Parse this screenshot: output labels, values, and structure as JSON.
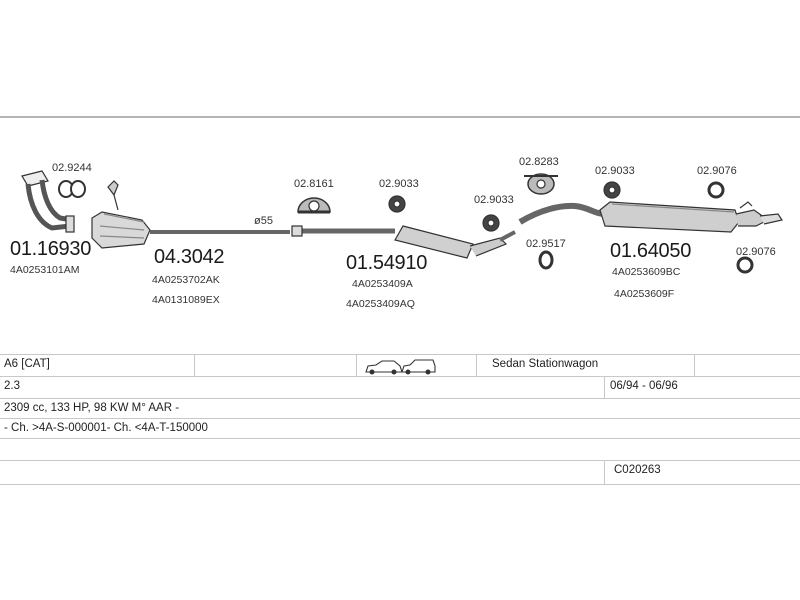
{
  "parts": {
    "p1": {
      "main": "01.16930",
      "sub1": "4A0253101AM"
    },
    "p2": {
      "main": "04.3042",
      "sub1": "4A0253702AK",
      "sub2": "4A0131089EX"
    },
    "p3": {
      "main": "01.54910",
      "sub1": "4A0253409A",
      "sub2": "4A0253409AQ"
    },
    "p4": {
      "main": "01.64050",
      "sub1": "4A0253609BC",
      "sub2": "4A0253609F"
    }
  },
  "refs": {
    "r9244": "02.9244",
    "r8161": "02.8161",
    "r9033a": "02.9033",
    "r9033b": "02.9033",
    "r8283": "02.8283",
    "r9033c": "02.9033",
    "r9076a": "02.9076",
    "r9517": "02.9517",
    "r9076b": "02.9076"
  },
  "pipe_diameter": "ø55",
  "table": {
    "model": "A6  [CAT]",
    "body_types": "Sedan Stationwagon",
    "engine": "2.3",
    "years": "06/94 - 06/96",
    "spec": "2309 cc, 133 HP, 98 KW M° AAR -",
    "chassis": "- Ch. >4A-S-000001- Ch. <4A-T-150000",
    "code": "C020263"
  }
}
